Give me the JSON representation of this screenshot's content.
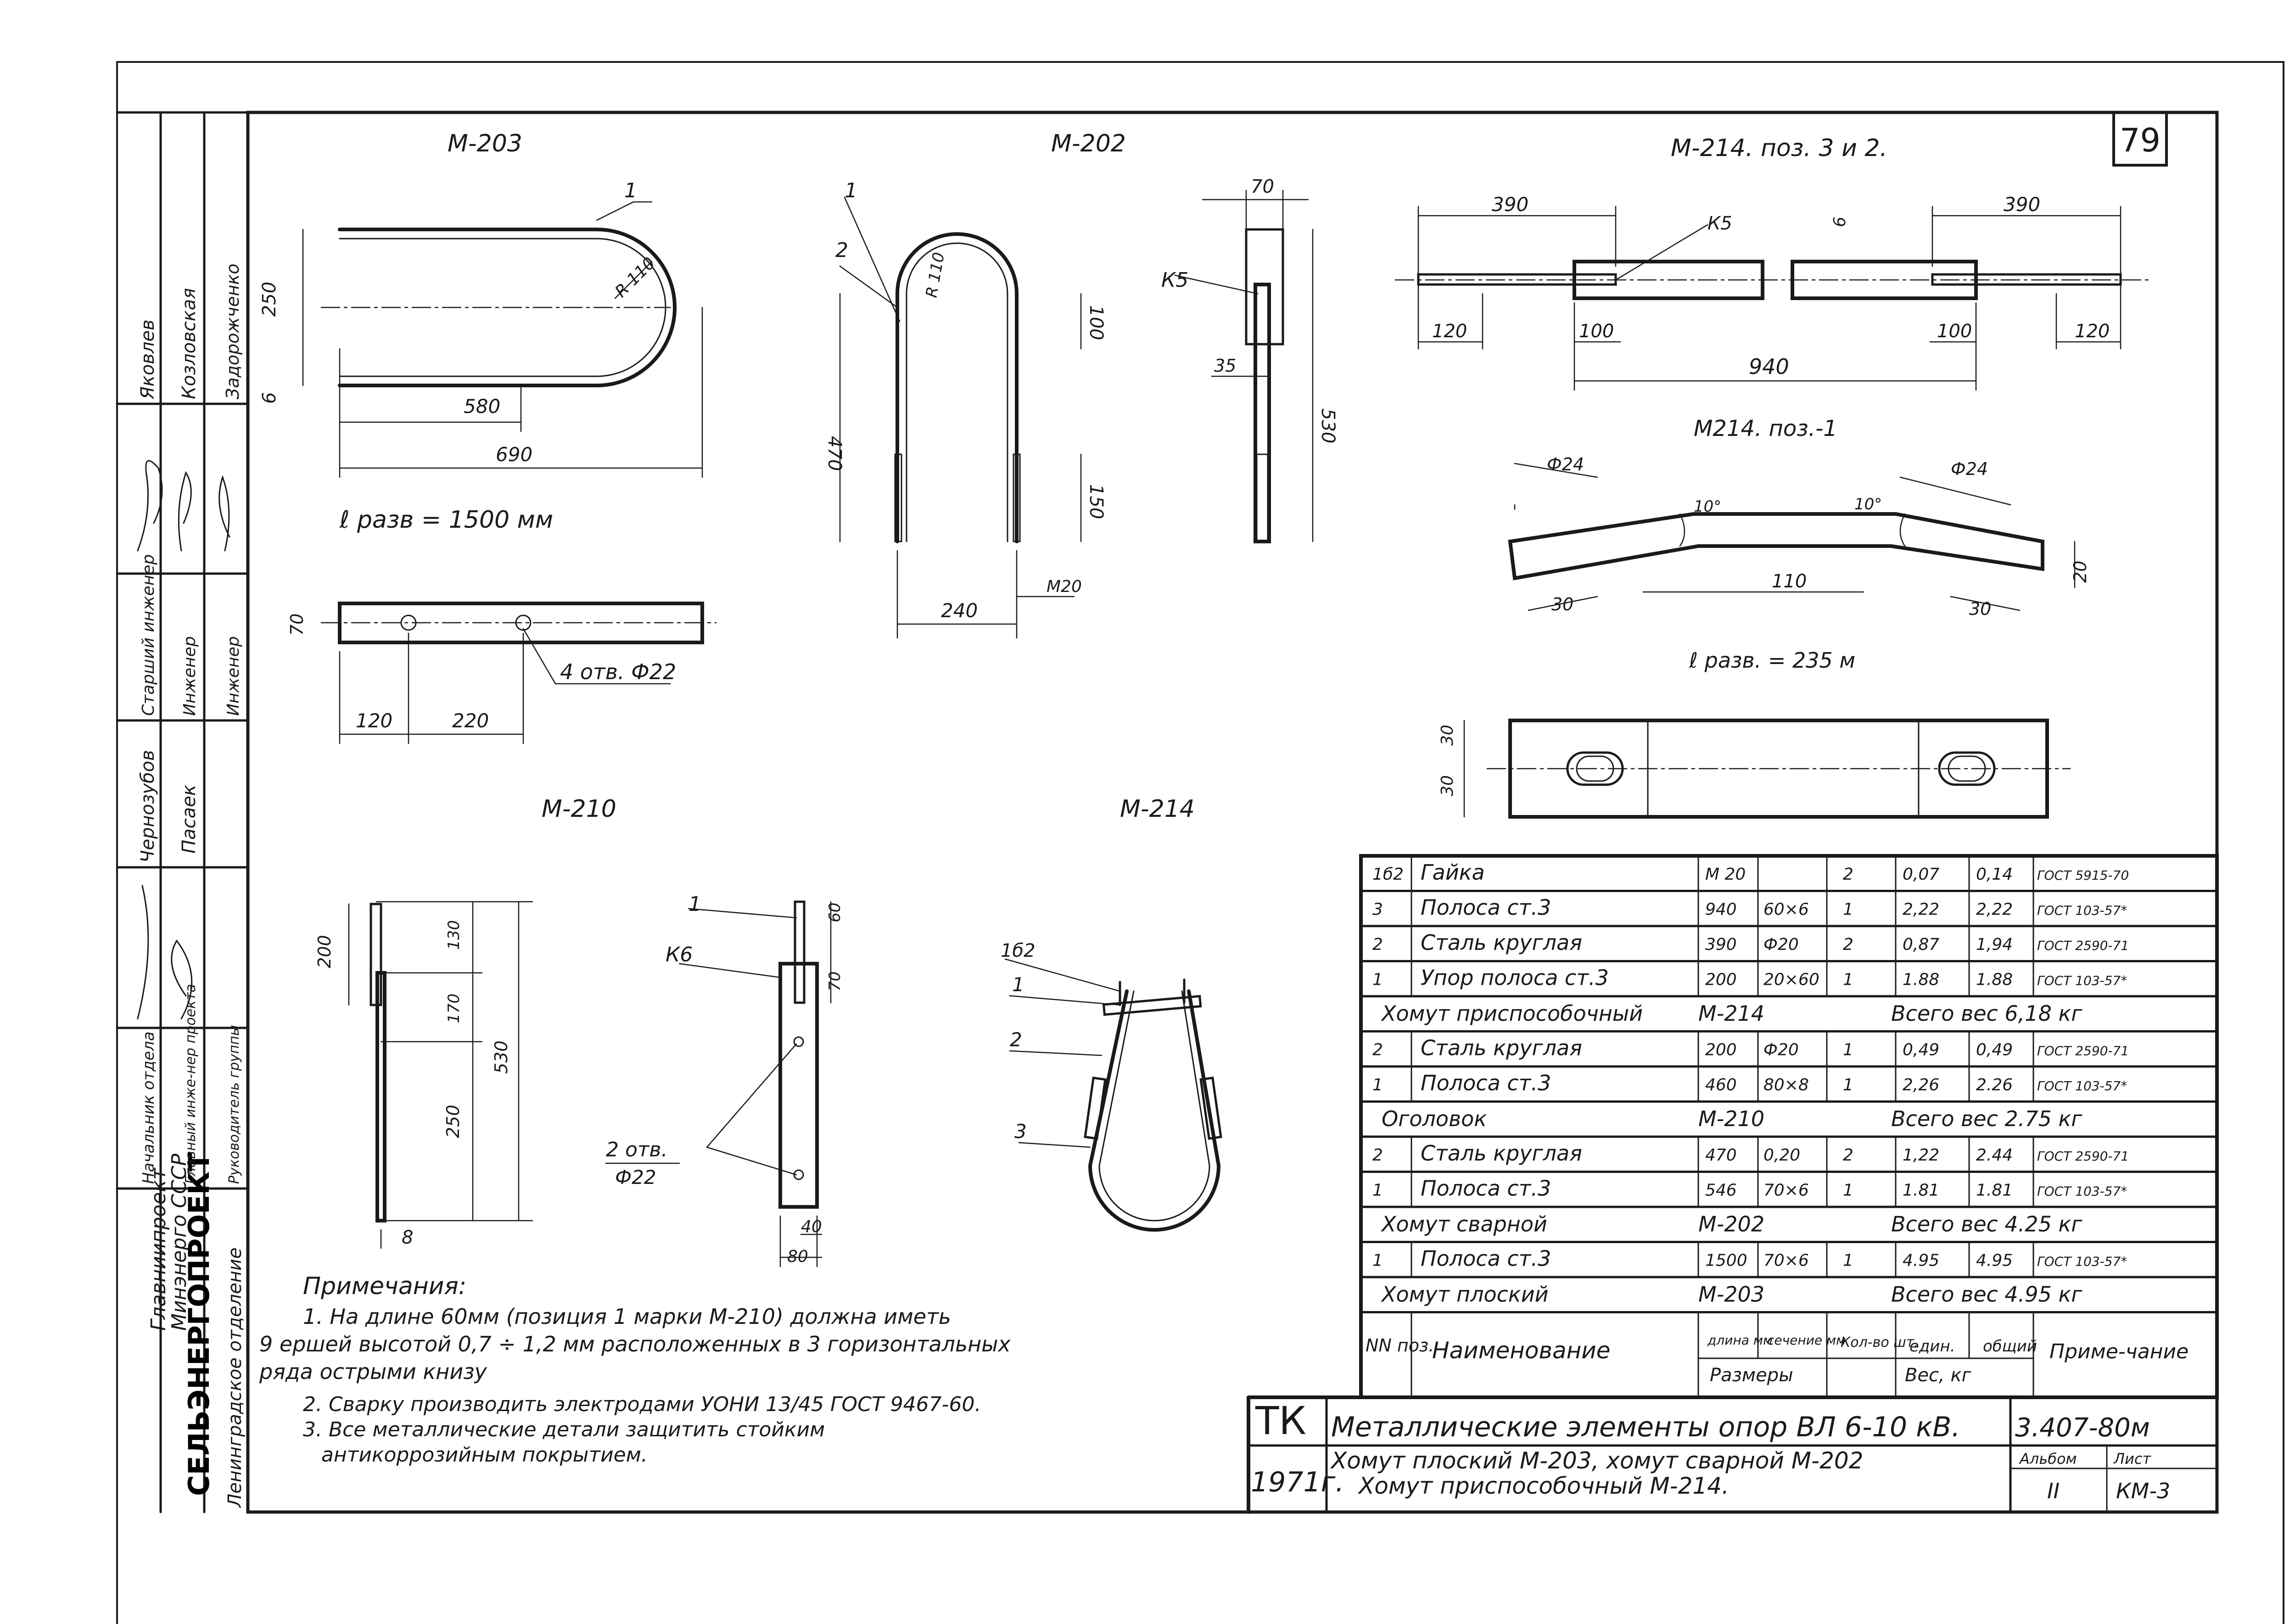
{
  "sheet": {
    "number": "79",
    "code": "3.407-80м",
    "tk": "ТК",
    "title": "Металлические элементы опор ВЛ 6-10 кВ.",
    "subtitle_line1": "Хомут плоский М-203, хомут сварной М-202",
    "subtitle_line2": "Хомут приспособочный М-214.",
    "year": "1971г.",
    "album_label": "Альбом",
    "album_value": "II",
    "list_label": "Лист",
    "list_value": "КМ-3"
  },
  "side_stamp": {
    "org_lines": [
      "Минэнерго СССР",
      "Главниипроект",
      "СЕЛЬЭНЕРГОПРОЕКТ",
      "Ленинградское отделение"
    ],
    "roles": [
      "Начальник отдела",
      "Главный инже-нер проекта",
      "Руководитель группы"
    ],
    "roles2": [
      "Старший инженер",
      "Инженер",
      "Инженер"
    ],
    "names_a": [
      "Чернозубов",
      "Пасаек"
    ],
    "names_b": [
      "Яковлев",
      "Козловская",
      "Задорожченко"
    ]
  },
  "drawings": {
    "m203": {
      "title": "М-203",
      "dims": [
        "250",
        "6",
        "580",
        "690",
        "R 110",
        "1",
        "70",
        "120",
        "220"
      ],
      "note_len": "ℓ разв = 1500 мм",
      "holes": "4 отв. Ф22"
    },
    "m202": {
      "title": "М-202",
      "dims": [
        "1",
        "2",
        "R 110",
        "470",
        "100",
        "150",
        "240",
        "М20",
        "70",
        "К5",
        "35",
        "530"
      ]
    },
    "m214_top": {
      "title": "М-214. поз. 3 и 2.",
      "dims": [
        "390",
        "390",
        "К5",
        "6",
        "120",
        "100",
        "100",
        "120",
        "940"
      ]
    },
    "m214_pos1": {
      "title": "М214. поз.-1",
      "dims": [
        "Ф24",
        "Ф24",
        "10°",
        "10°",
        "30",
        "110",
        "30",
        "20"
      ],
      "note_len": "ℓ разв. = 235 м",
      "plate_dims": [
        "30",
        "30"
      ]
    },
    "m210": {
      "title": "М-210",
      "dims": [
        "200",
        "130",
        "170",
        "250",
        "530",
        "8",
        "1",
        "К6",
        "60",
        "70",
        "40",
        "80"
      ],
      "holes": "2 отв.",
      "holes_dia": "Ф22"
    },
    "m214": {
      "title": "М-214",
      "labels": [
        "1б2",
        "1",
        "2",
        "3"
      ]
    }
  },
  "notes": {
    "heading": "Примечания:",
    "lines": [
      "1. На длине 60мм (позиция 1 марки М-210) должна иметь",
      "9 ершей высотой 0,7 ÷ 1,2 мм расположенных в 3 горизонтальных",
      "ряда острыми книзу",
      "2. Сварку производить электродами УОНИ 13/45 ГОСТ 9467-60.",
      "3. Все металлические детали защитить стойким",
      "антикоррозийным покрытием."
    ]
  },
  "spec_table": {
    "rows": [
      {
        "type": "item",
        "cells": [
          "1б2",
          "Гайка",
          "М 20",
          "",
          "2",
          "0,07",
          "0,14",
          "ГОСТ 5915-70"
        ]
      },
      {
        "type": "item",
        "cells": [
          "3",
          "Полоса ст.3",
          "940",
          "60×6",
          "1",
          "2,22",
          "2,22",
          "ГОСТ 103-57*"
        ]
      },
      {
        "type": "item",
        "cells": [
          "2",
          "Сталь круглая",
          "390",
          "Ф20",
          "2",
          "0,87",
          "1,94",
          "ГОСТ 2590-71"
        ]
      },
      {
        "type": "item",
        "cells": [
          "1",
          "Упор полоса ст.3",
          "200",
          "20×60",
          "1",
          "1.88",
          "1.88",
          "ГОСТ 103-57*"
        ]
      },
      {
        "type": "group",
        "cells": [
          "Хомут приспособочный",
          "М-214",
          "Всего вес 6,18 кг"
        ]
      },
      {
        "type": "item",
        "cells": [
          "2",
          "Сталь круглая",
          "200",
          "Ф20",
          "1",
          "0,49",
          "0,49",
          "ГОСТ 2590-71"
        ]
      },
      {
        "type": "item",
        "cells": [
          "1",
          "Полоса ст.3",
          "460",
          "80×8",
          "1",
          "2,26",
          "2.26",
          "ГОСТ 103-57*"
        ]
      },
      {
        "type": "group",
        "cells": [
          "Оголовок",
          "М-210",
          "Всего вес 2.75 кг"
        ]
      },
      {
        "type": "item",
        "cells": [
          "2",
          "Сталь круглая",
          "470",
          "0,20",
          "2",
          "1,22",
          "2.44",
          "ГОСТ 2590-71"
        ]
      },
      {
        "type": "item",
        "cells": [
          "1",
          "Полоса ст.3",
          "546",
          "70×6",
          "1",
          "1.81",
          "1.81",
          "ГОСТ 103-57*"
        ]
      },
      {
        "type": "group",
        "cells": [
          "Хомут сварной",
          "М-202",
          "Всего вес 4.25 кг"
        ]
      },
      {
        "type": "item",
        "cells": [
          "1",
          "Полоса ст.3",
          "1500",
          "70×6",
          "1",
          "4.95",
          "4.95",
          "ГОСТ 103-57*"
        ]
      },
      {
        "type": "group",
        "cells": [
          "Хомут плоский",
          "М-203",
          "Всего вес 4.95 кг"
        ]
      }
    ],
    "header": {
      "nn": "NN поз.",
      "name": "Наименование",
      "len": "длина мм",
      "sec": "сечение мм",
      "sizes": "Размеры",
      "qty": "Кол-во шт.",
      "unit": "един.",
      "total": "общий",
      "weight": "Вес, кг",
      "note": "Приме-чание"
    }
  }
}
